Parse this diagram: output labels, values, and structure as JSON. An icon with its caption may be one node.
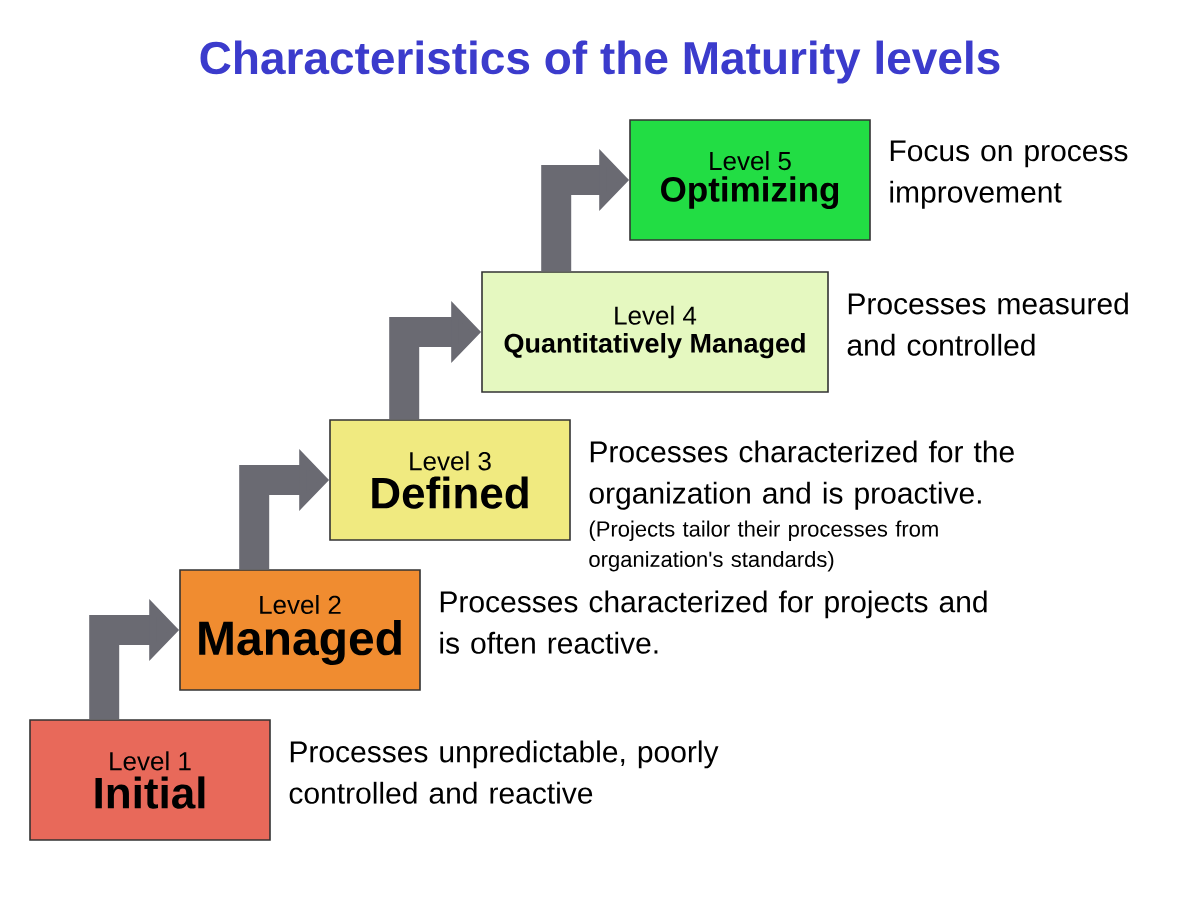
{
  "diagram": {
    "title": "Characteristics of the Maturity levels",
    "nodes": [
      {
        "text": [
          "Level 1",
          "Initial"
        ],
        "beside": [
          "Processes unpredictable, poorly controlled and reactive"
        ]
      },
      {
        "text": [
          "Level 2",
          "Managed"
        ],
        "beside": [
          "Processes characterized for projects and is often reactive."
        ]
      },
      {
        "text": [
          "Level 3",
          "Defined"
        ],
        "beside": [
          "Processes characterized for the organization and is proactive.",
          "(Projects tailor their processes from organization's standards)"
        ]
      },
      {
        "text": [
          "Level 4",
          "Quantitatively Managed"
        ],
        "beside": [
          "Processes measured and controlled"
        ]
      },
      {
        "text": [
          "Level 5",
          "Optimizing"
        ],
        "beside": [
          "Focus on process improvement"
        ]
      }
    ],
    "edges": [
      {
        "from": 0,
        "to": 1,
        "arrow": "to"
      },
      {
        "from": 1,
        "to": 2,
        "arrow": "to"
      },
      {
        "from": 2,
        "to": 3,
        "arrow": "to"
      },
      {
        "from": 3,
        "to": 4,
        "arrow": "to"
      }
    ]
  }
}
